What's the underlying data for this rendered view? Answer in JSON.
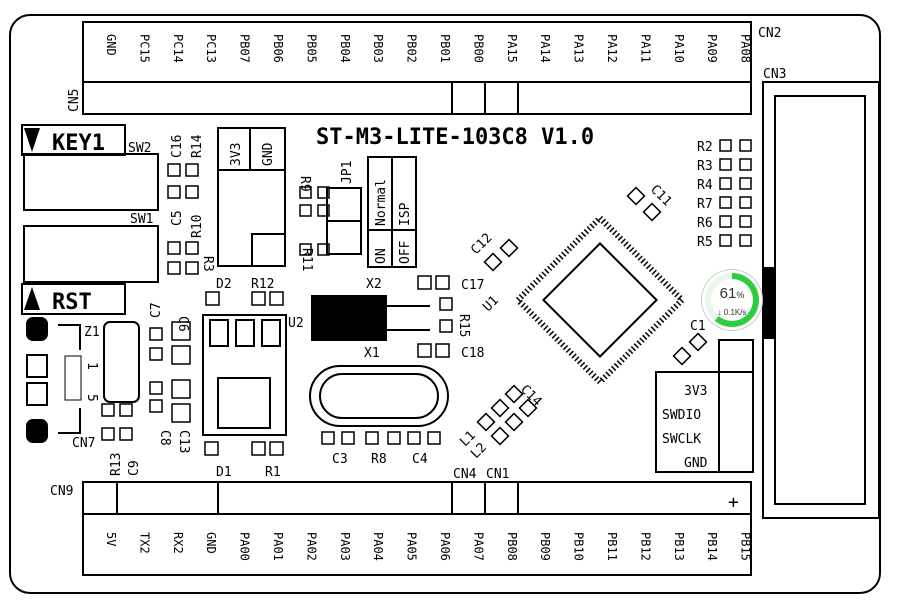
{
  "board": {
    "title": "ST-M3-LITE-103C8 V1.0",
    "connectors": {
      "cn2": "CN2",
      "cn3": "CN3",
      "cn4": "CN4",
      "cn1": "CN1",
      "cn5": "CN5",
      "cn7": "CN7",
      "cn9": "CN9"
    },
    "top_pins": [
      "GND",
      "PC15",
      "PC14",
      "PC13",
      "PB07",
      "PB06",
      "PB05",
      "PB04",
      "PB03",
      "PB02",
      "PB01",
      "PB00",
      "PA15",
      "PA14",
      "PA13",
      "PA12",
      "PA11",
      "PA10",
      "PA09",
      "PA08"
    ],
    "bottom_pins": [
      "5V",
      "TX2",
      "RX2",
      "GND",
      "PA00",
      "PA01",
      "PA02",
      "PA03",
      "PA04",
      "PA05",
      "PA06",
      "PA07",
      "PB08",
      "PB09",
      "PB10",
      "PB11",
      "PB12",
      "PB13",
      "PB14",
      "PB15"
    ],
    "key1": "KEY1",
    "rst": "RST",
    "sw1": "SW1",
    "sw2": "SW2",
    "jp_3v3": "3V3",
    "jp_gnd": "GND",
    "jp1": "JP1",
    "boot_normal": "Normal",
    "boot_isp": "ISP",
    "boot_on": "ON",
    "boot_off": "OFF",
    "swd": [
      "3V3",
      "SWDIO",
      "SWCLK",
      "GND"
    ],
    "parts": {
      "r14": "R14",
      "c16": "C16",
      "r10": "R10",
      "c5": "C5",
      "r9": "R9",
      "r11": "R11",
      "r3": "R3",
      "r12": "R12",
      "d2": "D2",
      "d1": "D1",
      "r1": "R1",
      "u2": "U2",
      "x2": "X2",
      "x1": "X1",
      "r15": "R15",
      "c17": "C17",
      "c18": "C18",
      "c7": "C7",
      "c6": "C6",
      "c8": "C8",
      "c13": "C13",
      "z1": "Z1",
      "r13": "R13",
      "c9": "C9",
      "c3": "C3",
      "r8": "R8",
      "c4": "C4",
      "c12": "C12",
      "u1": "U1",
      "c11": "C11",
      "c14": "C14",
      "l1": "L1",
      "l2": "L2",
      "c1": "C1",
      "r2": "R2",
      "r3b": "R3",
      "r4": "R4",
      "r7": "R7",
      "r6": "R6",
      "r5": "R5",
      "n1": "1",
      "n5": "5",
      "plus": "+"
    }
  },
  "network_widget": {
    "percent": "61",
    "percent_unit": "%",
    "speed": "↓ 0.1K/s",
    "fill": 0.61
  }
}
